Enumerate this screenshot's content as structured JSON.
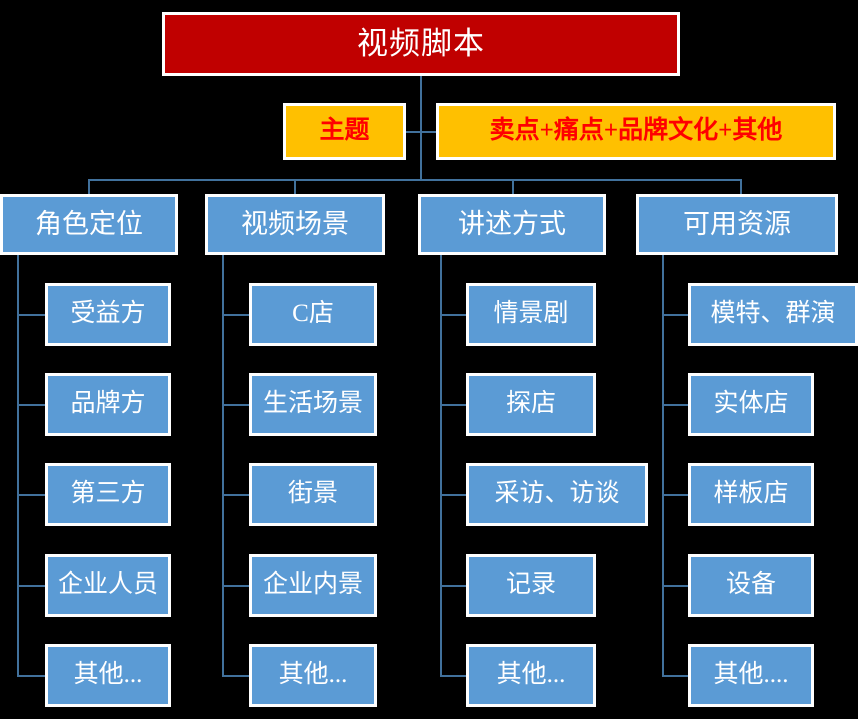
{
  "diagram": {
    "title": "视频脚本",
    "colors": {
      "background": "#000000",
      "root_fill": "#C00000",
      "root_text": "#FFFFFF",
      "topic_fill": "#FFC000",
      "topic_text": "#FF0000",
      "node_fill": "#5B9BD5",
      "node_text": "#FFFFFF",
      "border": "#FFFFFF",
      "connector": "#41719C"
    },
    "root": {
      "label": "视频脚本"
    },
    "topics": [
      {
        "label": "主题"
      },
      {
        "label": "卖点+痛点+品牌文化+其他"
      }
    ],
    "categories": [
      {
        "label": "角色定位",
        "children": [
          {
            "label": "受益方"
          },
          {
            "label": "品牌方"
          },
          {
            "label": "第三方"
          },
          {
            "label": "企业人员"
          },
          {
            "label": "其他..."
          }
        ]
      },
      {
        "label": "视频场景",
        "children": [
          {
            "label": "C店"
          },
          {
            "label": "生活场景"
          },
          {
            "label": "街景"
          },
          {
            "label": "企业内景"
          },
          {
            "label": "其他..."
          }
        ]
      },
      {
        "label": "讲述方式",
        "children": [
          {
            "label": "情景剧"
          },
          {
            "label": "探店"
          },
          {
            "label": "采访、访谈"
          },
          {
            "label": "记录"
          },
          {
            "label": "其他..."
          }
        ]
      },
      {
        "label": "可用资源",
        "children": [
          {
            "label": "模特、群演"
          },
          {
            "label": "实体店"
          },
          {
            "label": "样板店"
          },
          {
            "label": "设备"
          },
          {
            "label": "其他...."
          }
        ]
      }
    ]
  }
}
